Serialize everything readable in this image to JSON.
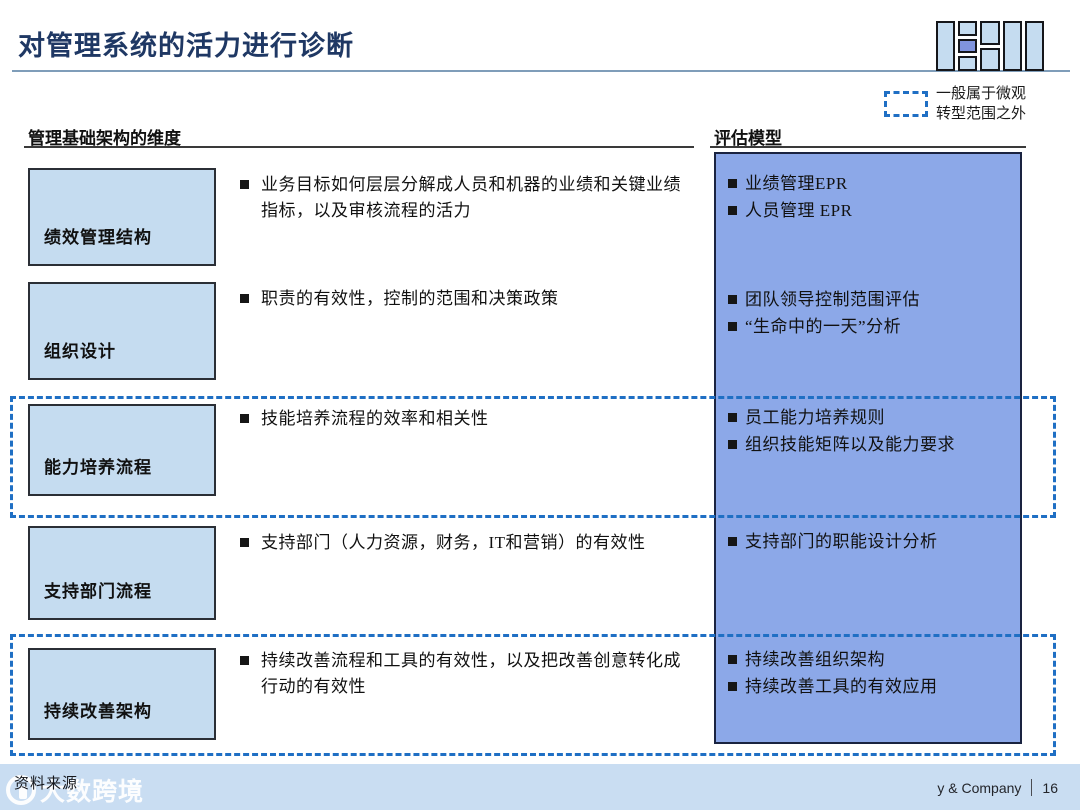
{
  "slide": {
    "title": "对管理系统的活力进行诊断",
    "page_number": "16",
    "footer_brand": "y & Company",
    "source_note": "资料来源",
    "watermark": "大数跨境"
  },
  "legend": {
    "line1": "一般属于微观",
    "line2": "转型范围之外",
    "swatch_color": "#1F6FC4"
  },
  "columns": {
    "left_header": "管理基础架构的维度",
    "right_header": "评估模型"
  },
  "colors": {
    "title_blue": "#1F3864",
    "dimension_box": "#C5DCF0",
    "eval_panel": "#8CA8E8",
    "dashed_highlight": "#1F6FC4",
    "footer_band": "#C9DDF2"
  },
  "rows": [
    {
      "dimension": "绩效管理结构",
      "description": "业务目标如何层层分解成人员和机器的业绩和关键业绩指标，以及审核流程的活力",
      "evaluation": [
        "业绩管理EPR",
        "人员管理 EPR"
      ],
      "highlighted": false
    },
    {
      "dimension": "组织设计",
      "description": "职责的有效性，控制的范围和决策政策",
      "evaluation": [
        "团队领导控制范围评估",
        "“生命中的一天”分析"
      ],
      "highlighted": false
    },
    {
      "dimension": "能力培养流程",
      "description": "技能培养流程的效率和相关性",
      "evaluation": [
        "员工能力培养规则",
        "组织技能矩阵以及能力要求"
      ],
      "highlighted": true
    },
    {
      "dimension": "支持部门流程",
      "description": "支持部门（人力资源，财务，IT和营销）的有效性",
      "evaluation": [
        "支持部门的职能设计分析"
      ],
      "highlighted": false
    },
    {
      "dimension": "持续改善架构",
      "description": "持续改善流程和工具的有效性，以及把改善创意转化成行动的有效性",
      "evaluation": [
        "持续改善组织架构",
        "持续改善工具的有效应用"
      ],
      "highlighted": true
    }
  ]
}
